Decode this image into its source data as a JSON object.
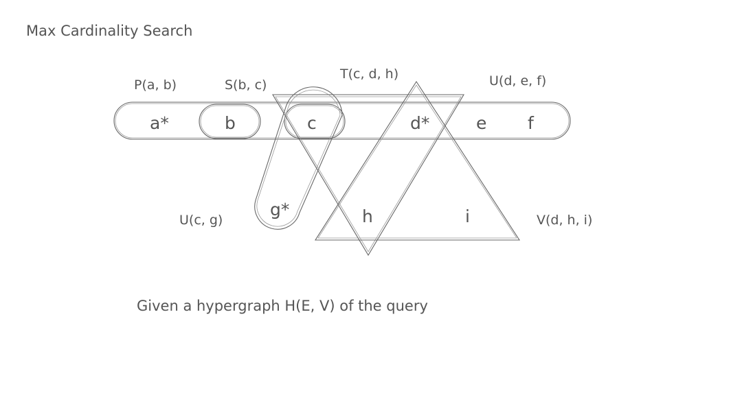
{
  "title": "Max Cardinality Search",
  "caption": "Given a hypergraph H(E, V) of the query",
  "edges": {
    "P": "P(a, b)",
    "S": "S(b, c)",
    "T": "T(c, d, h)",
    "U_def": "U(d, e, f)",
    "U_cg": "U(c, g)",
    "V": "V(d, h, i)"
  },
  "vertices": {
    "a": "a*",
    "b": "b",
    "c": "c",
    "d": "d*",
    "e": "e",
    "f": "f",
    "g": "g*",
    "h": "h",
    "i": "i"
  }
}
